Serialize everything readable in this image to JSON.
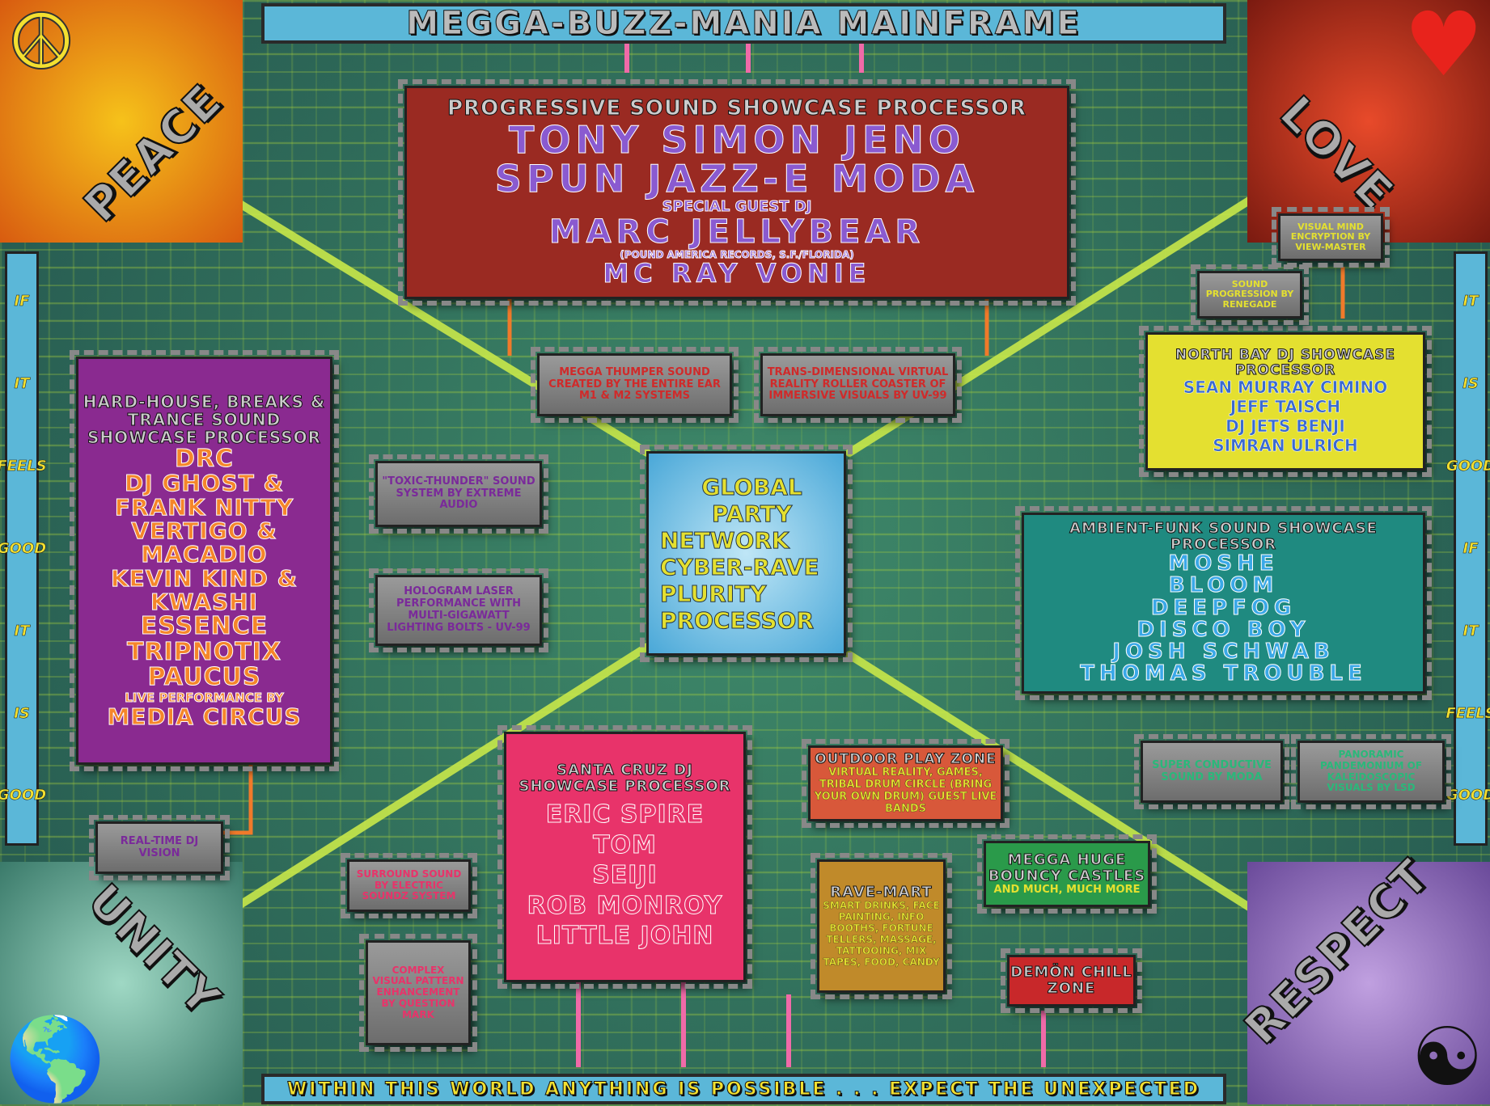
{
  "title": "MEGGA-BUZZ-MANIA  MAINFRAME",
  "footer": "WITHIN THIS WORLD ANYTHING IS POSSIBLE . . . EXPECT THE UNEXPECTED",
  "corners": {
    "top_left": "PEACE",
    "top_right": "LOVE",
    "bottom_left": "UNITY",
    "bottom_right": "RESPECT"
  },
  "side_left": [
    "IF",
    "IT",
    "FEELS",
    "GOOD",
    "IT",
    "IS",
    "GOOD"
  ],
  "side_right": [
    "IT",
    "IS",
    "GOOD",
    "IF",
    "IT",
    "FEELS",
    "GOOD"
  ],
  "main": {
    "heading": "PROGRESSIVE SOUND SHOWCASE PROCESSOR",
    "row1": "TONY   SIMON   JENO",
    "row2": "SPUN   JAZZ-E   MODA",
    "guest_label": "SPECIAL GUEST DJ",
    "guest": "MARC JELLYBEAR",
    "guest_note": "(POUND AMERICA RECORDS, S.F./FLORIDA)",
    "mc": "MC RAY VONIE"
  },
  "hardhouse": {
    "heading": "HARD-HOUSE, BREAKS & TRANCE SOUND SHOWCASE PROCESSOR",
    "djs": [
      "DRC",
      "DJ GHOST & FRANK NITTY",
      "VERTIGO & MACADIO",
      "KEVIN KIND & KWASHI",
      "ESSENCE",
      "TRIPNOTIX",
      "PAUCUS"
    ],
    "live_label": "LIVE PERFORMANCE BY",
    "live": "MEDIA CIRCUS"
  },
  "northbay": {
    "heading": "NORTH BAY DJ SHOWCASE PROCESSOR",
    "djs": [
      "SEAN MURRAY   CIMINO",
      "JEFF TAISCH",
      "DJ JETS   BENJI",
      "SIMRAN   ULRICH"
    ]
  },
  "ambient": {
    "heading": "AMBIENT-FUNK SOUND SHOWCASE PROCESSOR",
    "djs": [
      "MOSHE",
      "BLOOM",
      "DEEPFOG",
      "DISCO BOY",
      "JOSH SCHWAB",
      "THOMAS TROUBLE"
    ]
  },
  "santacruz": {
    "heading": "SANTA CRUZ DJ SHOWCASE PROCESSOR",
    "djs": [
      "ERIC SPIRE",
      "TOM",
      "SEIJI",
      "ROB MONROY",
      "LITTLE JOHN"
    ]
  },
  "center": [
    "GLOBAL PARTY",
    "NETWORK",
    "CYBER-RAVE",
    "PLURITY",
    "PROCESSOR"
  ],
  "chips": {
    "thumper": "MEGGA THUMPER SOUND CREATED BY THE ENTIRE EAR M1 & M2 SYSTEMS",
    "transdim": "TRANS-DIMENSIONAL VIRTUAL REALITY ROLLER COASTER OF IMMERSIVE VISUALS BY UV-99",
    "toxic": "\"TOXIC-THUNDER\" SOUND SYSTEM BY EXTREME AUDIO",
    "hologram": "HOLOGRAM LASER PERFORMANCE WITH MULTI-GIGAWATT LIGHTING BOLTS - UV-99",
    "visualmind": "VISUAL MIND ENCRYPTION BY VIEW-MASTER",
    "soundprog": "SOUND PROGRESSION BY RENEGADE",
    "realtime": "REAL-TIME DJ VISION",
    "surround": "SURROUND SOUND BY ELECTRIC SOUNDZ SYSTEM",
    "complex": "COMPLEX VISUAL PATTERN ENHANCEMENT BY QUESTION MARK",
    "superconductive": "SUPER CONDUCTIVE SOUND BY MODA",
    "panoramic": "PANORAMIC PANDEMONIUM OF KALEIDOSCOPIC VISUALS BY LSD"
  },
  "outdoor": {
    "heading": "OUTDOOR PLAY ZONE",
    "text": "VIRTUAL REALITY, GAMES, TRIBAL DRUM CIRCLE (BRING YOUR OWN DRUM) GUEST LIVE BANDS"
  },
  "ravemart": {
    "heading": "RAVE-MART",
    "text": "SMART DRINKS, FACE PAINTING, INFO BOOTHS, FORTUNE TELLERS, MASSAGE, TATTOOING, MIX TAPES, FOOD, CANDY"
  },
  "castles": {
    "heading": "MEGGA HUGE BOUNCY CASTLES",
    "text": "AND MUCH, MUCH MORE"
  },
  "chill": "DEMÖN CHILL ZONE"
}
